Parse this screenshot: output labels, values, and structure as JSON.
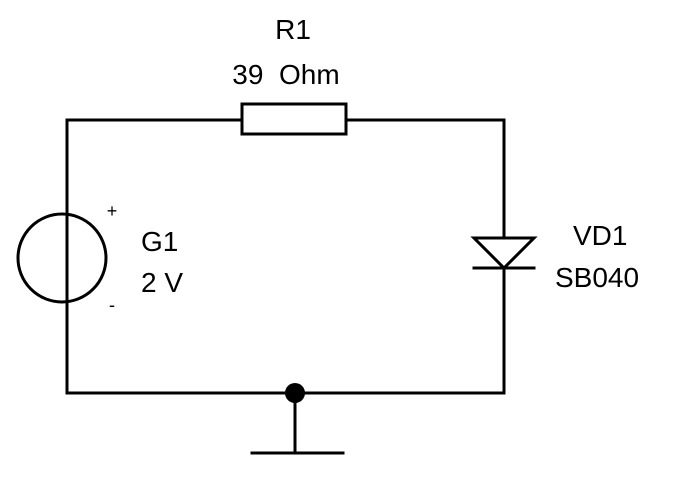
{
  "components": {
    "resistor": {
      "ref": "R1",
      "value": "39  Ohm"
    },
    "source": {
      "ref": "G1",
      "value": "2 V",
      "plus": "+",
      "minus": "-"
    },
    "diode": {
      "ref": "VD1",
      "model": "SB040"
    }
  }
}
